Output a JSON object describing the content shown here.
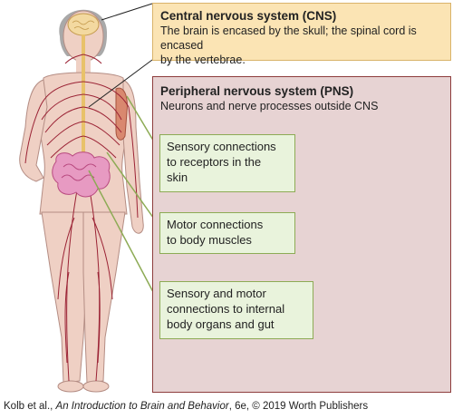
{
  "cns": {
    "title": "Central nervous system (CNS)",
    "line1": "The brain is encased by the skull; the spinal cord is encased",
    "line2": "by the vertebrae."
  },
  "pns": {
    "title": "Peripheral nervous system (PNS)",
    "subtitle": "Neurons and nerve processes outside CNS"
  },
  "callouts": {
    "sensory": [
      "Sensory connections",
      "to receptors in the",
      "skin"
    ],
    "motor": [
      "Motor connections",
      "to body muscles"
    ],
    "internal": [
      "Sensory and motor",
      "connections to internal",
      "body organs and gut"
    ]
  },
  "credit": {
    "prefix": "Kolb et al., ",
    "book": "An Introduction to Brain and Behavior",
    "suffix": ", 6e, © 2019 Worth Publishers"
  },
  "colors": {
    "cns_box": "#fbe4b4",
    "pns_box": "#e7d3d3",
    "callout_fill": "#e9f3dc",
    "callout_border": "#8dab55",
    "nerve": "#9b2335",
    "skin": "#efd0c4"
  }
}
